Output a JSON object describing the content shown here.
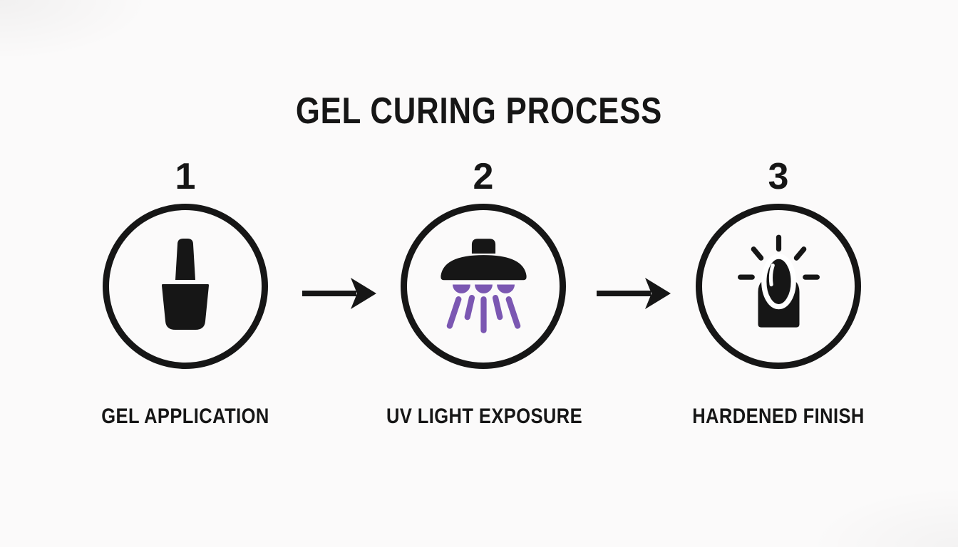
{
  "title": "GEL CURING PROCESS",
  "steps": [
    {
      "number": "1",
      "label": "GEL APPLICATION",
      "icon": "nail-polish-bottle-icon"
    },
    {
      "number": "2",
      "label": "UV LIGHT EXPOSURE",
      "icon": "uv-lamp-icon"
    },
    {
      "number": "3",
      "label": "HARDENED FINISH",
      "icon": "hardened-nail-icon"
    }
  ],
  "arrows": [
    {
      "icon": "arrow-right-icon"
    },
    {
      "icon": "arrow-right-icon"
    }
  ],
  "colors": {
    "ink": "#161616",
    "uv_purple": "#7b57b2",
    "background": "#fbfafa"
  }
}
